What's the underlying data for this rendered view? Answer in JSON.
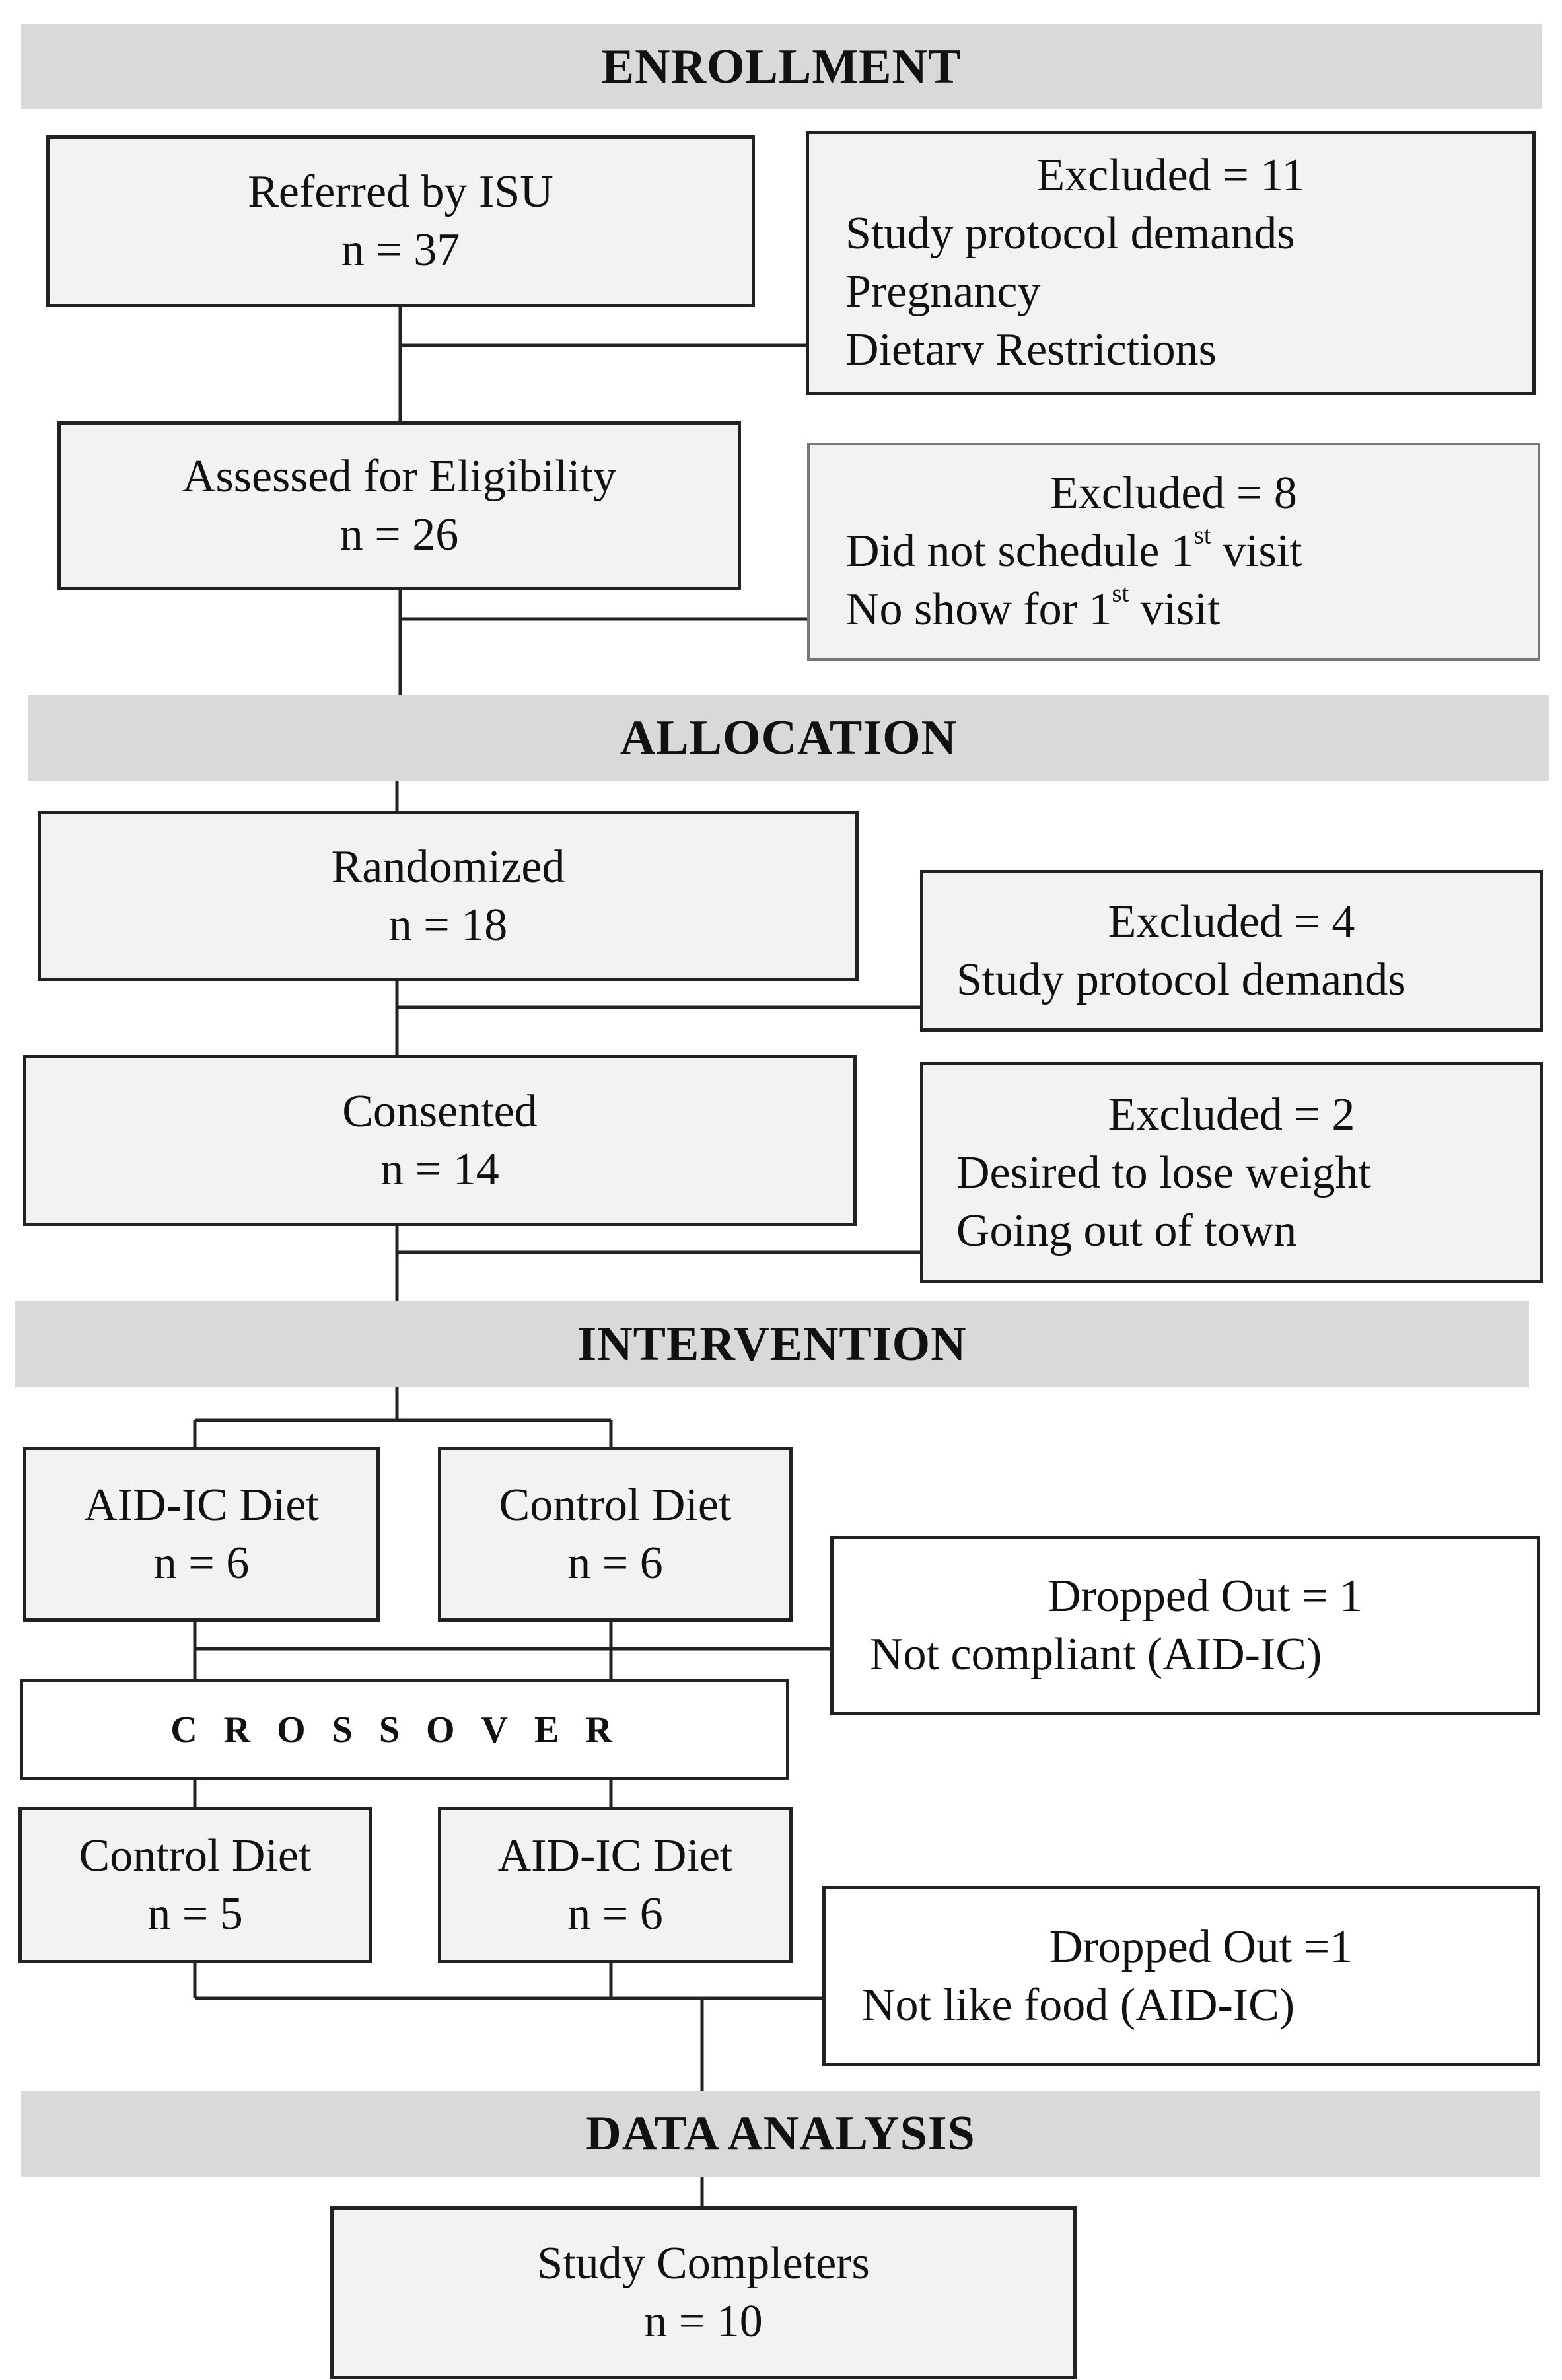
{
  "sections": {
    "enrollment": "ENROLLMENT",
    "allocation": "ALLOCATION",
    "intervention": "INTERVENTION",
    "data_analysis": "DATA ANALYSIS"
  },
  "referred": {
    "label": "Referred by ISU",
    "n": "n = 37"
  },
  "excluded_1": {
    "title": "Excluded = 11",
    "reasons": [
      "Study protocol demands",
      "Pregnancy",
      "Dietarv Restrictions"
    ]
  },
  "assessed": {
    "label": "Assessed for Eligibility",
    "n": "n = 26"
  },
  "excluded_2": {
    "title": "Excluded = 8",
    "reason_1": {
      "before": "Did not schedule 1",
      "sup": "st",
      "after": " visit"
    },
    "reason_2": {
      "before": "No show for 1",
      "sup": "st",
      "after": " visit"
    }
  },
  "randomized": {
    "label": "Randomized",
    "n": "n = 18"
  },
  "excluded_3": {
    "title": "Excluded = 4",
    "reasons": [
      "Study protocol demands"
    ]
  },
  "consented": {
    "label": "Consented",
    "n": "n = 14"
  },
  "excluded_4": {
    "title": "Excluded = 2",
    "reasons": [
      "Desired to lose weight",
      "Going out of town"
    ]
  },
  "arm_1_a": {
    "label": "AID-IC Diet",
    "n": "n = 6"
  },
  "arm_1_b": {
    "label": "Control Diet",
    "n": "n = 6"
  },
  "dropped_1": {
    "title": "Dropped Out = 1",
    "reason": "Not compliant (AID-IC)"
  },
  "crossover": "CROSSOVER",
  "arm_2_a": {
    "label": "Control Diet",
    "n": "n = 5"
  },
  "arm_2_b": {
    "label": "AID-IC Diet",
    "n": "n = 6"
  },
  "dropped_2": {
    "title": "Dropped Out =1",
    "reason": "Not like food (AID-IC)"
  },
  "completers": {
    "label": "Study Completers",
    "n": "n = 10"
  }
}
